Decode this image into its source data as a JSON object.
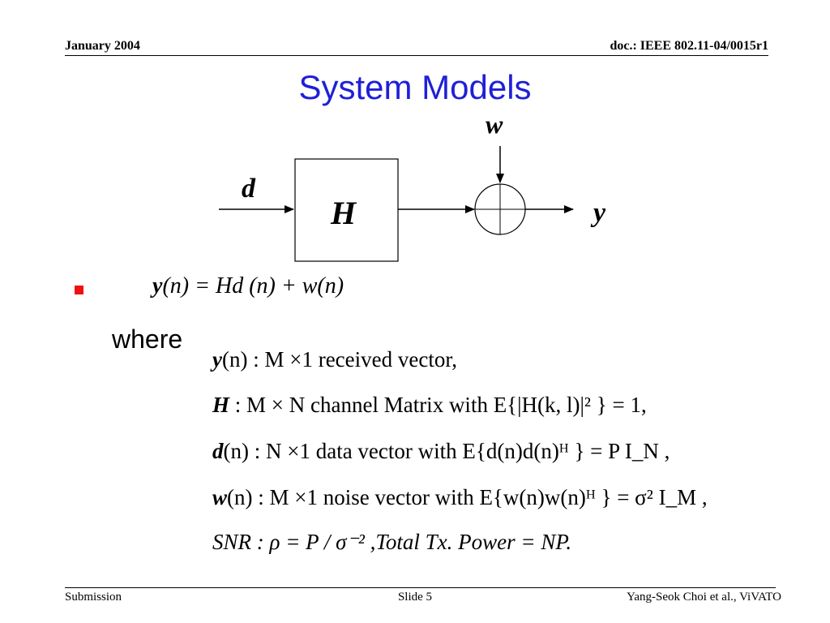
{
  "header": {
    "date": "January 2004",
    "doc": "doc.: IEEE 802.11-04/0015r1"
  },
  "title": "System Models",
  "diagram": {
    "input_label": "d",
    "block_label": "H",
    "noise_label": "w",
    "output_label": "y"
  },
  "equation": {
    "main_lhs": "y",
    "main_rest": "(n) = Hd (n) + w(n)"
  },
  "where_label": "where",
  "definitions": [
    {
      "sym": "y",
      "text": "(n) : M ×1 received vector,"
    },
    {
      "sym": "H",
      "text": " : M × N channel Matrix with E{|H(k, l)|² } = 1,"
    },
    {
      "sym": "d",
      "text": "(n) : N ×1 data vector with E{d(n)d(n)ᴴ } = P I_N ,"
    },
    {
      "sym": "w",
      "text": "(n) : M ×1 noise vector with E{w(n)w(n)ᴴ } = σ² I_M ,"
    },
    {
      "sym": "",
      "text": "SNR : ρ = P / σ⁻² ,Total Tx. Power = NP."
    }
  ],
  "footer": {
    "left": "Submission",
    "center": "Slide 5",
    "right": "Yang-Seok Choi et al., ViVATO"
  }
}
